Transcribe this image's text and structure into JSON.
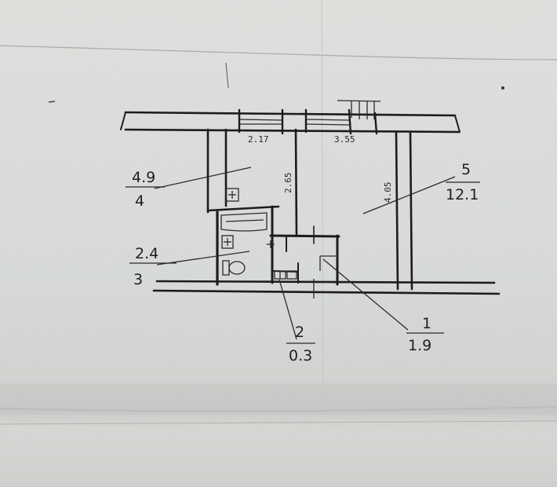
{
  "rooms": [
    {
      "number": "4",
      "area": "4.9"
    },
    {
      "number": "5",
      "area": "12.1"
    },
    {
      "number": "3",
      "area": "2.4"
    },
    {
      "number": "2",
      "area": "0.3"
    },
    {
      "number": "1",
      "area": "1.9"
    }
  ],
  "dimensions": {
    "room4_width": "2.17",
    "room5_width": "3.55",
    "room4_depth": "2.65",
    "room5_depth": "4.05"
  },
  "colors": {
    "ink": "#1c1c1c",
    "paper": "#dcdfdc",
    "fold": "#b9bbb8"
  }
}
